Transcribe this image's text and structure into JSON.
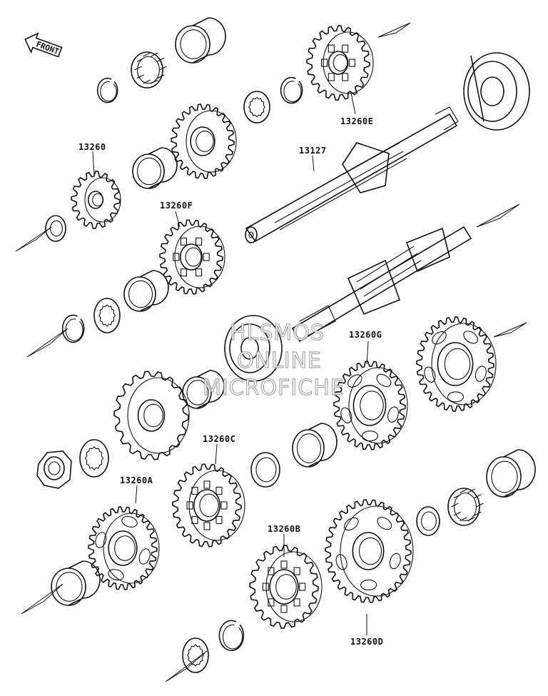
{
  "front_label": "FRONT",
  "watermark": {
    "line1": "HLSMOS",
    "line2": "ONLINE",
    "line3": "MICROFICHE"
  },
  "callouts": {
    "p13260E": "13260E",
    "p13127": "13127",
    "p13260": "13260",
    "p13260F": "13260F",
    "p13260G": "13260G",
    "p13260C": "13260C",
    "p13260A": "13260A",
    "p13260B": "13260B",
    "p13260D": "13260D"
  }
}
